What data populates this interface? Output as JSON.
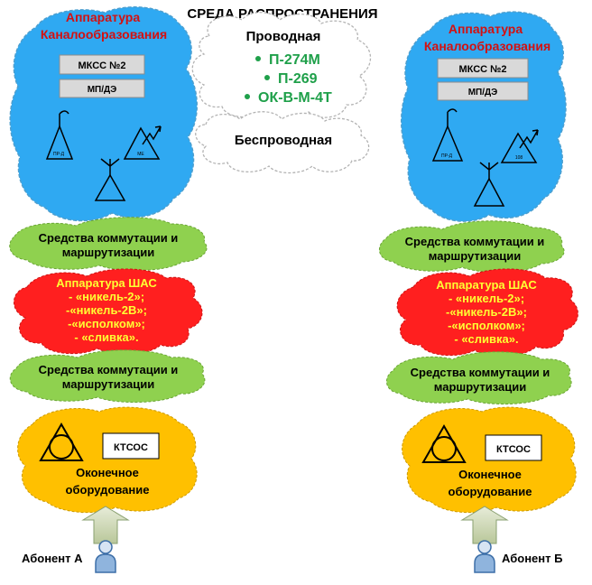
{
  "header": {
    "title": "СРЕДА РАСПРОСТРАНЕНИЯ"
  },
  "environment": {
    "wired_title": "Проводная",
    "wired_items": [
      "П-274М",
      "П-269",
      "ОК-В-М-4Т"
    ],
    "wireless_title": "Беспроводная"
  },
  "colors": {
    "blue": "#2fa9f2",
    "green": "#8fd14f",
    "red": "#ff1f1f",
    "yellow": "#ffc000",
    "dark_red": "#d41010",
    "bullet_green": "#1fa04a",
    "shas_text": "#ffff33"
  },
  "stations": [
    {
      "channel_title_1": "Аппаратура",
      "channel_title_2": "Каналообразования",
      "mkss_label": "МКСС №2",
      "mp_label": "МП/ДЭ",
      "icon_left_label": "ПР-Д",
      "icon_right_label": "МЕ",
      "switching_1_line1": "Средства коммутации и",
      "switching_1_line2": "маршрутизации",
      "shas_lines": [
        "Аппаратура ШАС",
        "- «никель-2»;",
        "-«никель-2В»;",
        "-«исполком»;",
        "- «сливка»."
      ],
      "switching_2_line1": "Средства коммутации и",
      "switching_2_line2": "маршрутизации",
      "ktsos_label": "КТСОС",
      "terminal_line1": "Оконечное",
      "terminal_line2": "оборудование",
      "subscriber": "Абонент А"
    },
    {
      "channel_title_1": "Аппаратура",
      "channel_title_2": "Каналообразования",
      "mkss_label": "МКСС №2",
      "mp_label": "МП/ДЭ",
      "icon_left_label": "ПР-Д",
      "icon_right_label": "108",
      "switching_1_line1": "Средства коммутации и",
      "switching_1_line2": "маршрутизации",
      "shas_lines": [
        "Аппаратура ШАС",
        "- «никель-2»;",
        "-«никель-2В»;",
        "-«исполком»;",
        "- «сливка»."
      ],
      "switching_2_line1": "Средства коммутации и",
      "switching_2_line2": "маршрутизации",
      "ktsos_label": "КТСОС",
      "terminal_line1": "Оконечное",
      "terminal_line2": "оборудование",
      "subscriber": "Абонент Б"
    }
  ]
}
